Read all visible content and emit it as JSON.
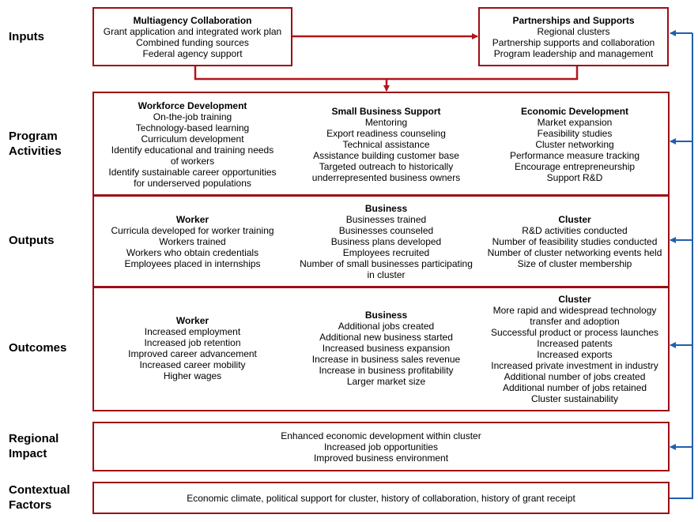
{
  "labels": {
    "inputs": "Inputs",
    "program_activities": [
      "Program",
      "Activities"
    ],
    "outputs": "Outputs",
    "outcomes": "Outcomes",
    "regional_impact": [
      "Regional",
      "Impact"
    ],
    "contextual_factors": [
      "Contextual",
      "Factors"
    ]
  },
  "inputs": {
    "multiagency": {
      "title": "Multiagency Collaboration",
      "items": [
        "Grant application and integrated work plan",
        "Combined funding sources",
        "Federal agency support"
      ]
    },
    "partnerships": {
      "title": "Partnerships and Supports",
      "items": [
        "Regional clusters",
        "Partnership supports and collaboration",
        "Program leadership and management"
      ]
    }
  },
  "activities": {
    "workforce": {
      "title": "Workforce Development",
      "items": [
        "On-the-job training",
        "Technology-based learning",
        "Curriculum development",
        "Identify educational and training needs",
        "of workers",
        "Identify sustainable career opportunities",
        "for underserved populations"
      ]
    },
    "small_business": {
      "title": "Small Business Support",
      "items": [
        "Mentoring",
        "Export readiness counseling",
        "Technical assistance",
        "Assistance building customer base",
        "Targeted outreach to historically",
        "underrepresented business owners"
      ]
    },
    "economic": {
      "title": "Economic Development",
      "items": [
        "Market expansion",
        "Feasibility studies",
        "Cluster networking",
        "Performance measure tracking",
        "Encourage entrepreneurship",
        "Support R&D"
      ]
    }
  },
  "outputs": {
    "worker": {
      "title": "Worker",
      "items": [
        "Curricula developed for worker training",
        "Workers trained",
        "Workers who obtain credentials",
        "Employees placed in internships"
      ]
    },
    "business": {
      "title": "Business",
      "items": [
        "Businesses trained",
        "Businesses counseled",
        "Business plans developed",
        "Employees recruited",
        "Number of small businesses participating",
        "in cluster"
      ]
    },
    "cluster": {
      "title": "Cluster",
      "items": [
        "R&D activities conducted",
        "Number of feasibility studies conducted",
        "Number of cluster networking events held",
        "Size of cluster membership"
      ]
    }
  },
  "outcomes": {
    "worker": {
      "title": "Worker",
      "items": [
        "Increased employment",
        "Increased job retention",
        "Improved career advancement",
        "Increased career mobility",
        "Higher wages"
      ]
    },
    "business": {
      "title": "Business",
      "items": [
        "Additional jobs created",
        "Additional new business started",
        "Increased business expansion",
        "Increase in business sales revenue",
        "Increase in business profitability",
        "Larger market size"
      ]
    },
    "cluster": {
      "title": "Cluster",
      "items": [
        "More rapid and widespread technology",
        "transfer and adoption",
        "Successful product or process launches",
        "Increased patents",
        "Increased exports",
        "Increased private investment in industry",
        "Additional number of jobs created",
        "Additional number of jobs retained",
        "Cluster sustainability"
      ]
    }
  },
  "regional_impact": {
    "items": [
      "Enhanced economic development within cluster",
      "Increased job opportunities",
      "Improved business environment"
    ]
  },
  "contextual_factors": {
    "text": "Economic climate, political support for cluster, history of collaboration, history of grant receipt"
  },
  "colors": {
    "box_border": "#9c0e15",
    "red_arrow": "#b2141c",
    "blue_arrow": "#1f5fae"
  }
}
